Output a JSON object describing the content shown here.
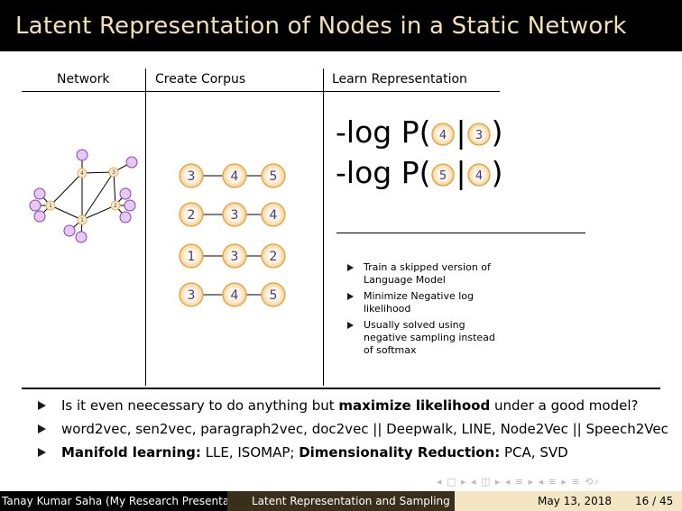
{
  "slide": {
    "title": "Latent Representation of Nodes in a Static Network"
  },
  "columns": {
    "network": "Network",
    "create_corpus": "Create Corpus",
    "learn_representation": "Learn Representation"
  },
  "graph": {
    "nodes": [
      "4",
      "3",
      "1",
      "2",
      "1"
    ]
  },
  "corpus": {
    "walks": [
      [
        "3",
        "4",
        "5"
      ],
      [
        "2",
        "3",
        "4"
      ],
      [
        "1",
        "3",
        "2"
      ],
      [
        "3",
        "4",
        "5"
      ]
    ]
  },
  "learn": {
    "formula1": {
      "prefix": "-log P(",
      "a": "4",
      "b": "3",
      "suffix": ")"
    },
    "formula2": {
      "prefix": "-log P(",
      "a": "5",
      "b": "4",
      "suffix": ")"
    },
    "bullets": [
      "Train a skipped version of Language Model",
      "Minimize Negative log likelihood",
      "Usually solved using negative sampling instead of softmax"
    ]
  },
  "main_bullets": {
    "b1_pre": "Is it even neecessary to do anything but ",
    "b1_bold": "maximize likelihood",
    "b1_post": " under a good model?",
    "b2": "word2vec, sen2vec, paragraph2vec, doc2vec || Deepwalk, LINE, Node2Vec || Speech2Vec",
    "b3_bold1": "Manifold learning:",
    "b3_mid": " LLE, ISOMAP; ",
    "b3_bold2": "Dimensionality Reduction:",
    "b3_post": " PCA, SVD"
  },
  "footer": {
    "author": "Tanay Kumar Saha (My Research Presentation)",
    "title": "Latent Representation and Sampling",
    "date": "May 13, 2018",
    "page": "16 / 45"
  },
  "colors": {
    "title_bg": "#000000",
    "title_text": "#f3e1b5",
    "node_fill": "#fde9c8",
    "node_stroke": "#e2a23c",
    "leaf_fill": "#e6c8f5",
    "leaf_stroke": "#8a3fb0",
    "corpus_text": "#3b3b8f"
  }
}
